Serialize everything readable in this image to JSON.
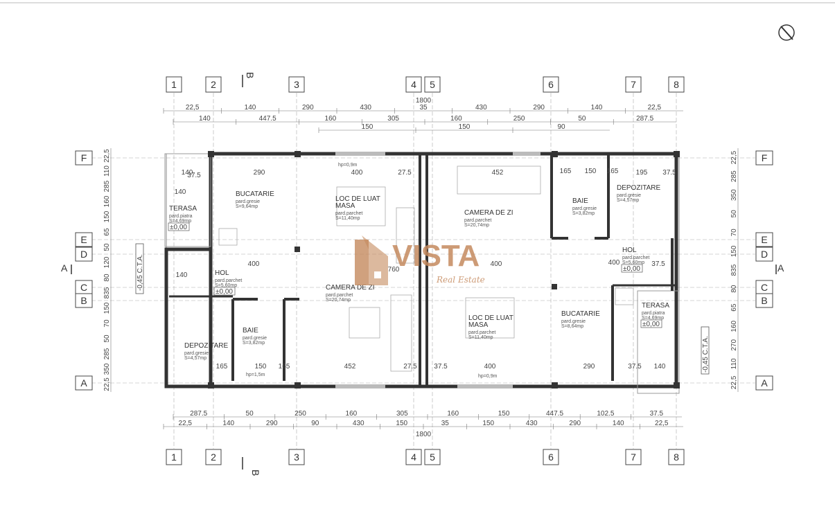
{
  "axes": {
    "columns": [
      "1",
      "2",
      "3",
      "4",
      "5",
      "6",
      "7",
      "8"
    ],
    "rows": [
      "F",
      "E",
      "D",
      "C",
      "B",
      "A"
    ],
    "section_top": "B",
    "section_bottom": "B",
    "section_left": "A",
    "section_right": "A"
  },
  "top_dimensions": {
    "total": "1800",
    "row1": [
      "22,5",
      "140",
      "290",
      "430",
      "35",
      "430",
      "290",
      "140",
      "22,5"
    ],
    "row2": [
      "140",
      "447.5",
      "160",
      "305",
      "160",
      "250",
      "50",
      "287.5"
    ],
    "row3": [
      "150",
      "150",
      "90"
    ]
  },
  "bottom_dimensions": {
    "total": "1800",
    "row1": [
      "287.5",
      "50",
      "250",
      "160",
      "305",
      "160",
      "150",
      "447.5",
      "102.5",
      "37.5"
    ],
    "row2": [
      "22,5",
      "140",
      "290",
      "90",
      "430",
      "150",
      "35",
      "150",
      "430",
      "290",
      "140",
      "22,5"
    ]
  },
  "left_dimensions": [
    "22,5",
    "110",
    "285",
    "160",
    "150",
    "65",
    "50",
    "120",
    "80",
    "835",
    "150",
    "70",
    "50",
    "285",
    "350",
    "22,5"
  ],
  "right_dimensions": [
    "22,5",
    "285",
    "350",
    "50",
    "70",
    "150",
    "835",
    "80",
    "65",
    "160",
    "270",
    "110",
    "22,5"
  ],
  "rooms": [
    {
      "name": "TERASA",
      "lines": [
        "pard.piatra",
        "S=4,69mp"
      ],
      "level": "±0,00"
    },
    {
      "name": "BUCATARIE",
      "lines": [
        "pard.gresie",
        "S=9,64mp"
      ]
    },
    {
      "name": "LOC DE LUAT MASA",
      "lines": [
        "pard.parchet",
        "S=11,40mp"
      ]
    },
    {
      "name": "CAMERA DE ZI",
      "lines": [
        "pard.parchet",
        "S=20,74mp"
      ]
    },
    {
      "name": "BAIE",
      "lines": [
        "pard.gresie",
        "S=3,82mp"
      ]
    },
    {
      "name": "DEPOZITARE",
      "lines": [
        "pard.gresie",
        "S=4,57mp"
      ]
    },
    {
      "name": "HOL",
      "lines": [
        "pard.parchet",
        "S=5,60mp"
      ],
      "level": "±0,00"
    },
    {
      "name": "CAMERA DE ZI",
      "lines": [
        "pard.parchet",
        "S=20,74mp"
      ]
    },
    {
      "name": "BAIE",
      "lines": [
        "pard.gresie",
        "S=3,82mp"
      ]
    },
    {
      "name": "DEPOZITARE",
      "lines": [
        "pard.gresie",
        "S=4,57mp"
      ]
    },
    {
      "name": "HOL",
      "lines": [
        "pard.parchet",
        "S=5,60mp"
      ],
      "level": "±0,00"
    },
    {
      "name": "LOC DE LUAT MASA",
      "lines": [
        "pard.parchet",
        "S=11,40mp"
      ]
    },
    {
      "name": "BUCATARIE",
      "lines": [
        "pard.gresie",
        "S=8,64mp"
      ]
    },
    {
      "name": "TERASA",
      "lines": [
        "pard.piatra",
        "S=4,69mp"
      ],
      "level": "±0,00"
    }
  ],
  "inner_dims": [
    "140",
    "37.5",
    "290",
    "400",
    "27.5",
    "452",
    "165",
    "150",
    "165",
    "195",
    "37.5",
    "400",
    "140",
    "400",
    "37.5",
    "140",
    "452",
    "27.5",
    "37.5",
    "165",
    "150",
    "165",
    "400",
    "290",
    "37.5",
    "140",
    "760",
    "400"
  ],
  "labels": {
    "cta_left": "-0,45 C.T.A.",
    "cta_right": "-0,45 C.T.A.",
    "hp_sill": "hp=0,9m",
    "hp_door": "hp=1,5m"
  },
  "watermark": {
    "brand": "VISTA",
    "tagline": "Real Estate"
  },
  "colors": {
    "wall": "#3a3a3a",
    "line": "#9a9a9a",
    "accent": "#c48a5e",
    "axis_box": "#444"
  }
}
